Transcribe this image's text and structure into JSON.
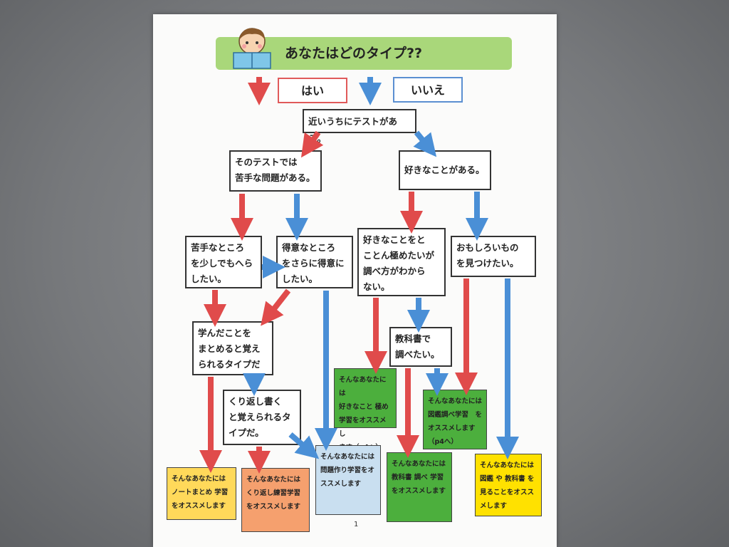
{
  "title": "あなたはどのタイプ??",
  "legend": {
    "yes": "はい",
    "no": "いいえ"
  },
  "nodes": {
    "start": "近いうちにテストがある。",
    "weak_problem": "そのテストでは\n苦手な問題がある。",
    "likes": "好きなことがある。",
    "reduce_weak": "苦手なところ\nを少しでもへら\nしたい。",
    "improve_strong": "得意なところ\nをさらに得意に\nしたい。",
    "master_likes": "好きなことをと\nことん極めたいが\n調べ方がわから\nない。",
    "find_interest": "おもしろいもの\nを見つけたい。",
    "summarize": "学んだことを\nまとめると覚え\nられるタイプだ",
    "textbook": "教科書で\n調べたい。",
    "repeat_write": "くり返し書く\nと覚えられるタ\nイプだ。"
  },
  "leaves": {
    "likes_master": "そんなあなたには\n好きなこと 極め\n学習をオススメし\nます（p4へ）",
    "zukan": "そんなあなたには\n図鑑調べ学習　を\nオススメします\n（p4へ）",
    "note": "そんなあなたには\nノートまとめ 学習\nをオススメします",
    "repeat_practice": "そんなあなたには\nくり返し練習学習\nをオススメします",
    "make_problem": "そんなあなたには\n問題作り学習をオ\nススメします",
    "textbook_study": "そんなあなたには\n教科書 調べ 学習\nをオススメします",
    "zukan_textbook": "そんなあなたには\n図鑑 や 教科書 を\n見ることをオスス\nメします"
  },
  "page_number": "1",
  "colors": {
    "yes": "#e04b4b",
    "no": "#4a8fd6",
    "banner": "#a9d77a"
  },
  "icons": [
    "child-reading-icon"
  ]
}
